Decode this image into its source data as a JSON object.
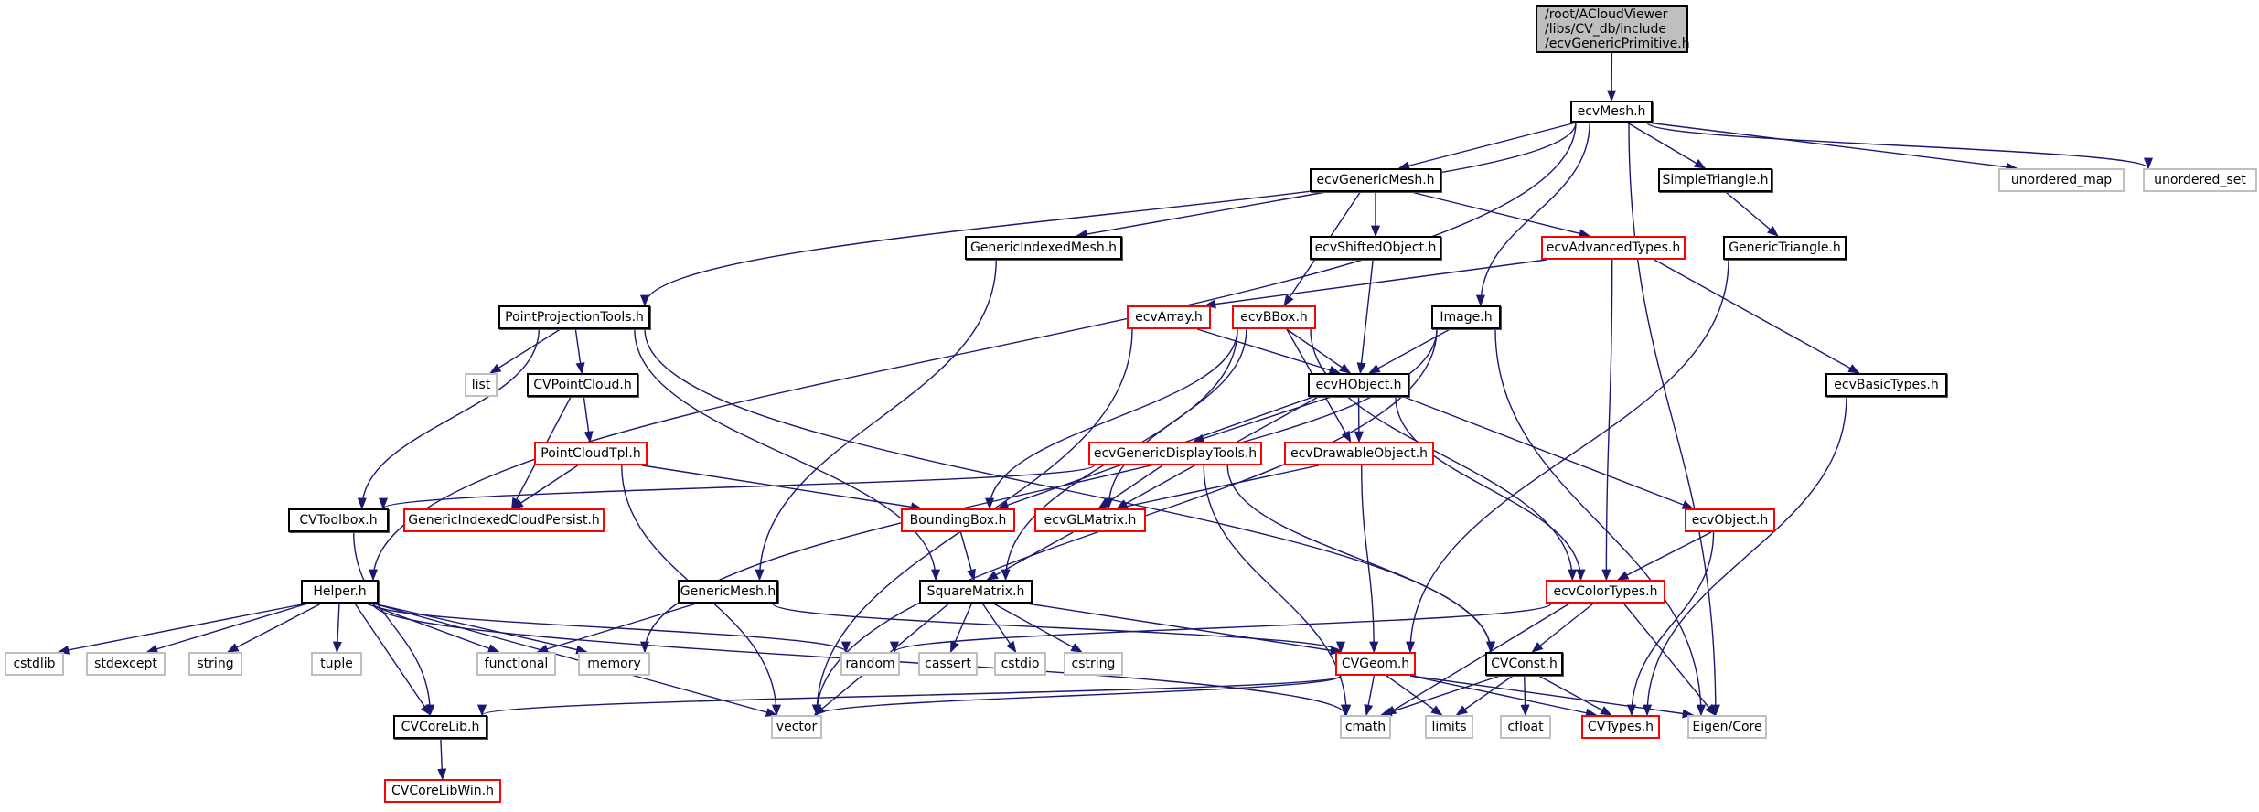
{
  "title": "Include dependency graph for ecvGenericPrimitive.h",
  "colors": {
    "edge": "#191970",
    "normal_border": "#000000",
    "external_border": "#bfbfbf",
    "truncated_border": "#ff0000",
    "root_fill": "#bfbfbf"
  },
  "nodes": [
    {
      "id": "root",
      "label": "/root/ACloudViewer\n/libs/CV_db/include\n/ecvGenericPrimitive.h",
      "style": "root"
    },
    {
      "id": "ecvMesh",
      "label": "ecvMesh.h",
      "style": "normal"
    },
    {
      "id": "ecvGenericMesh",
      "label": "ecvGenericMesh.h",
      "style": "normal"
    },
    {
      "id": "SimpleTriangle",
      "label": "SimpleTriangle.h",
      "style": "normal"
    },
    {
      "id": "unordered_map",
      "label": "unordered_map",
      "style": "external"
    },
    {
      "id": "unordered_set",
      "label": "unordered_set",
      "style": "external"
    },
    {
      "id": "GenericIndexedMesh",
      "label": "GenericIndexedMesh.h",
      "style": "normal"
    },
    {
      "id": "ecvShiftedObject",
      "label": "ecvShiftedObject.h",
      "style": "normal"
    },
    {
      "id": "ecvAdvancedTypes",
      "label": "ecvAdvancedTypes.h",
      "style": "truncated"
    },
    {
      "id": "GenericTriangle",
      "label": "GenericTriangle.h",
      "style": "normal"
    },
    {
      "id": "PointProjectionTools",
      "label": "PointProjectionTools.h",
      "style": "normal"
    },
    {
      "id": "ecvArray",
      "label": "ecvArray.h",
      "style": "truncated"
    },
    {
      "id": "ecvBBox",
      "label": "ecvBBox.h",
      "style": "truncated"
    },
    {
      "id": "Image",
      "label": "Image.h",
      "style": "normal"
    },
    {
      "id": "list",
      "label": "list",
      "style": "external"
    },
    {
      "id": "CVPointCloud",
      "label": "CVPointCloud.h",
      "style": "normal"
    },
    {
      "id": "ecvHObject",
      "label": "ecvHObject.h",
      "style": "normal"
    },
    {
      "id": "ecvBasicTypes",
      "label": "ecvBasicTypes.h",
      "style": "normal"
    },
    {
      "id": "PointCloudTpl",
      "label": "PointCloudTpl.h",
      "style": "truncated"
    },
    {
      "id": "ecvGenericDisplayTools",
      "label": "ecvGenericDisplayTools.h",
      "style": "truncated"
    },
    {
      "id": "ecvDrawableObject",
      "label": "ecvDrawableObject.h",
      "style": "truncated"
    },
    {
      "id": "CVToolbox",
      "label": "CVToolbox.h",
      "style": "normal"
    },
    {
      "id": "GenericIndexedCloudPersist",
      "label": "GenericIndexedCloudPersist.h",
      "style": "truncated"
    },
    {
      "id": "BoundingBox",
      "label": "BoundingBox.h",
      "style": "truncated"
    },
    {
      "id": "ecvGLMatrix",
      "label": "ecvGLMatrix.h",
      "style": "truncated"
    },
    {
      "id": "ecvObject",
      "label": "ecvObject.h",
      "style": "truncated"
    },
    {
      "id": "Helper",
      "label": "Helper.h",
      "style": "normal"
    },
    {
      "id": "GenericMesh",
      "label": "GenericMesh.h",
      "style": "normal"
    },
    {
      "id": "SquareMatrix",
      "label": "SquareMatrix.h",
      "style": "normal"
    },
    {
      "id": "ecvColorTypes",
      "label": "ecvColorTypes.h",
      "style": "truncated"
    },
    {
      "id": "cstdlib",
      "label": "cstdlib",
      "style": "external"
    },
    {
      "id": "stdexcept",
      "label": "stdexcept",
      "style": "external"
    },
    {
      "id": "string",
      "label": "string",
      "style": "external"
    },
    {
      "id": "tuple",
      "label": "tuple",
      "style": "external"
    },
    {
      "id": "functional",
      "label": "functional",
      "style": "external"
    },
    {
      "id": "memory",
      "label": "memory",
      "style": "external"
    },
    {
      "id": "random",
      "label": "random",
      "style": "external"
    },
    {
      "id": "cassert",
      "label": "cassert",
      "style": "external"
    },
    {
      "id": "cstdio",
      "label": "cstdio",
      "style": "external"
    },
    {
      "id": "cstring",
      "label": "cstring",
      "style": "external"
    },
    {
      "id": "CVGeom",
      "label": "CVGeom.h",
      "style": "truncated"
    },
    {
      "id": "CVConst",
      "label": "CVConst.h",
      "style": "normal"
    },
    {
      "id": "CVCoreLib",
      "label": "CVCoreLib.h",
      "style": "normal"
    },
    {
      "id": "vector",
      "label": "vector",
      "style": "external"
    },
    {
      "id": "cmath",
      "label": "cmath",
      "style": "external"
    },
    {
      "id": "limits",
      "label": "limits",
      "style": "external"
    },
    {
      "id": "cfloat",
      "label": "cfloat",
      "style": "external"
    },
    {
      "id": "CVTypes",
      "label": "CVTypes.h",
      "style": "truncated"
    },
    {
      "id": "EigenCore",
      "label": "Eigen/Core",
      "style": "external"
    },
    {
      "id": "CVCoreLibWin",
      "label": "CVCoreLibWin.h",
      "style": "truncated"
    }
  ],
  "edges": [
    [
      "root",
      "ecvMesh"
    ],
    [
      "ecvMesh",
      "Helper"
    ],
    [
      "ecvMesh",
      "PointProjectionTools"
    ],
    [
      "ecvMesh",
      "ecvGenericMesh"
    ],
    [
      "ecvMesh",
      "Image"
    ],
    [
      "ecvMesh",
      "SimpleTriangle"
    ],
    [
      "ecvMesh",
      "unordered_map"
    ],
    [
      "ecvMesh",
      "unordered_set"
    ],
    [
      "ecvMesh",
      "EigenCore"
    ],
    [
      "ecvGenericMesh",
      "GenericIndexedMesh"
    ],
    [
      "ecvGenericMesh",
      "ecvBBox"
    ],
    [
      "ecvGenericMesh",
      "ecvShiftedObject"
    ],
    [
      "ecvGenericMesh",
      "ecvAdvancedTypes"
    ],
    [
      "SimpleTriangle",
      "GenericTriangle"
    ],
    [
      "GenericIndexedMesh",
      "GenericMesh"
    ],
    [
      "ecvShiftedObject",
      "ecvHObject"
    ],
    [
      "ecvAdvancedTypes",
      "ecvArray"
    ],
    [
      "ecvAdvancedTypes",
      "ecvColorTypes"
    ],
    [
      "ecvAdvancedTypes",
      "ecvBasicTypes"
    ],
    [
      "GenericTriangle",
      "CVGeom"
    ],
    [
      "PointProjectionTools",
      "CVToolbox"
    ],
    [
      "PointProjectionTools",
      "list"
    ],
    [
      "PointProjectionTools",
      "CVPointCloud"
    ],
    [
      "PointProjectionTools",
      "SquareMatrix"
    ],
    [
      "PointProjectionTools",
      "CVConst"
    ],
    [
      "ecvArray",
      "vector"
    ],
    [
      "ecvArray",
      "ecvHObject"
    ],
    [
      "ecvBBox",
      "ecvHObject"
    ],
    [
      "ecvBBox",
      "SquareMatrix"
    ],
    [
      "ecvBBox",
      "BoundingBox"
    ],
    [
      "ecvBBox",
      "ecvGLMatrix"
    ],
    [
      "ecvBBox",
      "ecvDrawableObject"
    ],
    [
      "ecvBBox",
      "ecvColorTypes"
    ],
    [
      "Image",
      "ecvHObject"
    ],
    [
      "Image",
      "memory"
    ],
    [
      "Image",
      "vector"
    ],
    [
      "Image",
      "EigenCore"
    ],
    [
      "CVPointCloud",
      "PointCloudTpl"
    ],
    [
      "CVPointCloud",
      "GenericIndexedCloudPersist"
    ],
    [
      "ecvHObject",
      "ecvGenericDisplayTools"
    ],
    [
      "ecvHObject",
      "ecvDrawableObject"
    ],
    [
      "ecvHObject",
      "BoundingBox"
    ],
    [
      "ecvHObject",
      "ecvGLMatrix"
    ],
    [
      "ecvHObject",
      "ecvObject"
    ],
    [
      "ecvHObject",
      "ecvColorTypes"
    ],
    [
      "ecvBasicTypes",
      "CVTypes"
    ],
    [
      "PointCloudTpl",
      "GenericIndexedCloudPersist"
    ],
    [
      "PointCloudTpl",
      "BoundingBox"
    ],
    [
      "PointCloudTpl",
      "vector"
    ],
    [
      "ecvGenericDisplayTools",
      "CVToolbox"
    ],
    [
      "ecvGenericDisplayTools",
      "ecvGLMatrix"
    ],
    [
      "ecvGenericDisplayTools",
      "cmath"
    ],
    [
      "ecvGenericDisplayTools",
      "CVConst"
    ],
    [
      "ecvDrawableObject",
      "ecvGLMatrix"
    ],
    [
      "ecvDrawableObject",
      "CVGeom"
    ],
    [
      "CVToolbox",
      "CVCoreLib"
    ],
    [
      "BoundingBox",
      "SquareMatrix"
    ],
    [
      "ecvGLMatrix",
      "SquareMatrix"
    ],
    [
      "ecvObject",
      "ecvColorTypes"
    ],
    [
      "ecvObject",
      "CVTypes"
    ],
    [
      "Helper",
      "cstdlib"
    ],
    [
      "Helper",
      "stdexcept"
    ],
    [
      "Helper",
      "string"
    ],
    [
      "Helper",
      "tuple"
    ],
    [
      "Helper",
      "functional"
    ],
    [
      "Helper",
      "memory"
    ],
    [
      "Helper",
      "random"
    ],
    [
      "Helper",
      "cmath"
    ],
    [
      "Helper",
      "CVCoreLib"
    ],
    [
      "Helper",
      "vector"
    ],
    [
      "GenericMesh",
      "functional"
    ],
    [
      "GenericMesh",
      "CVGeom"
    ],
    [
      "SquareMatrix",
      "vector"
    ],
    [
      "SquareMatrix",
      "cassert"
    ],
    [
      "SquareMatrix",
      "cstdio"
    ],
    [
      "SquareMatrix",
      "cstring"
    ],
    [
      "SquareMatrix",
      "CVGeom"
    ],
    [
      "ecvColorTypes",
      "random"
    ],
    [
      "ecvColorTypes",
      "cmath"
    ],
    [
      "ecvColorTypes",
      "CVConst"
    ],
    [
      "ecvColorTypes",
      "EigenCore"
    ],
    [
      "CVGeom",
      "CVCoreLib"
    ],
    [
      "CVGeom",
      "vector"
    ],
    [
      "CVGeom",
      "cmath"
    ],
    [
      "CVGeom",
      "limits"
    ],
    [
      "CVGeom",
      "CVTypes"
    ],
    [
      "CVGeom",
      "EigenCore"
    ],
    [
      "CVConst",
      "cmath"
    ],
    [
      "CVConst",
      "limits"
    ],
    [
      "CVConst",
      "cfloat"
    ],
    [
      "CVConst",
      "CVTypes"
    ],
    [
      "CVCoreLib",
      "CVCoreLibWin"
    ]
  ]
}
